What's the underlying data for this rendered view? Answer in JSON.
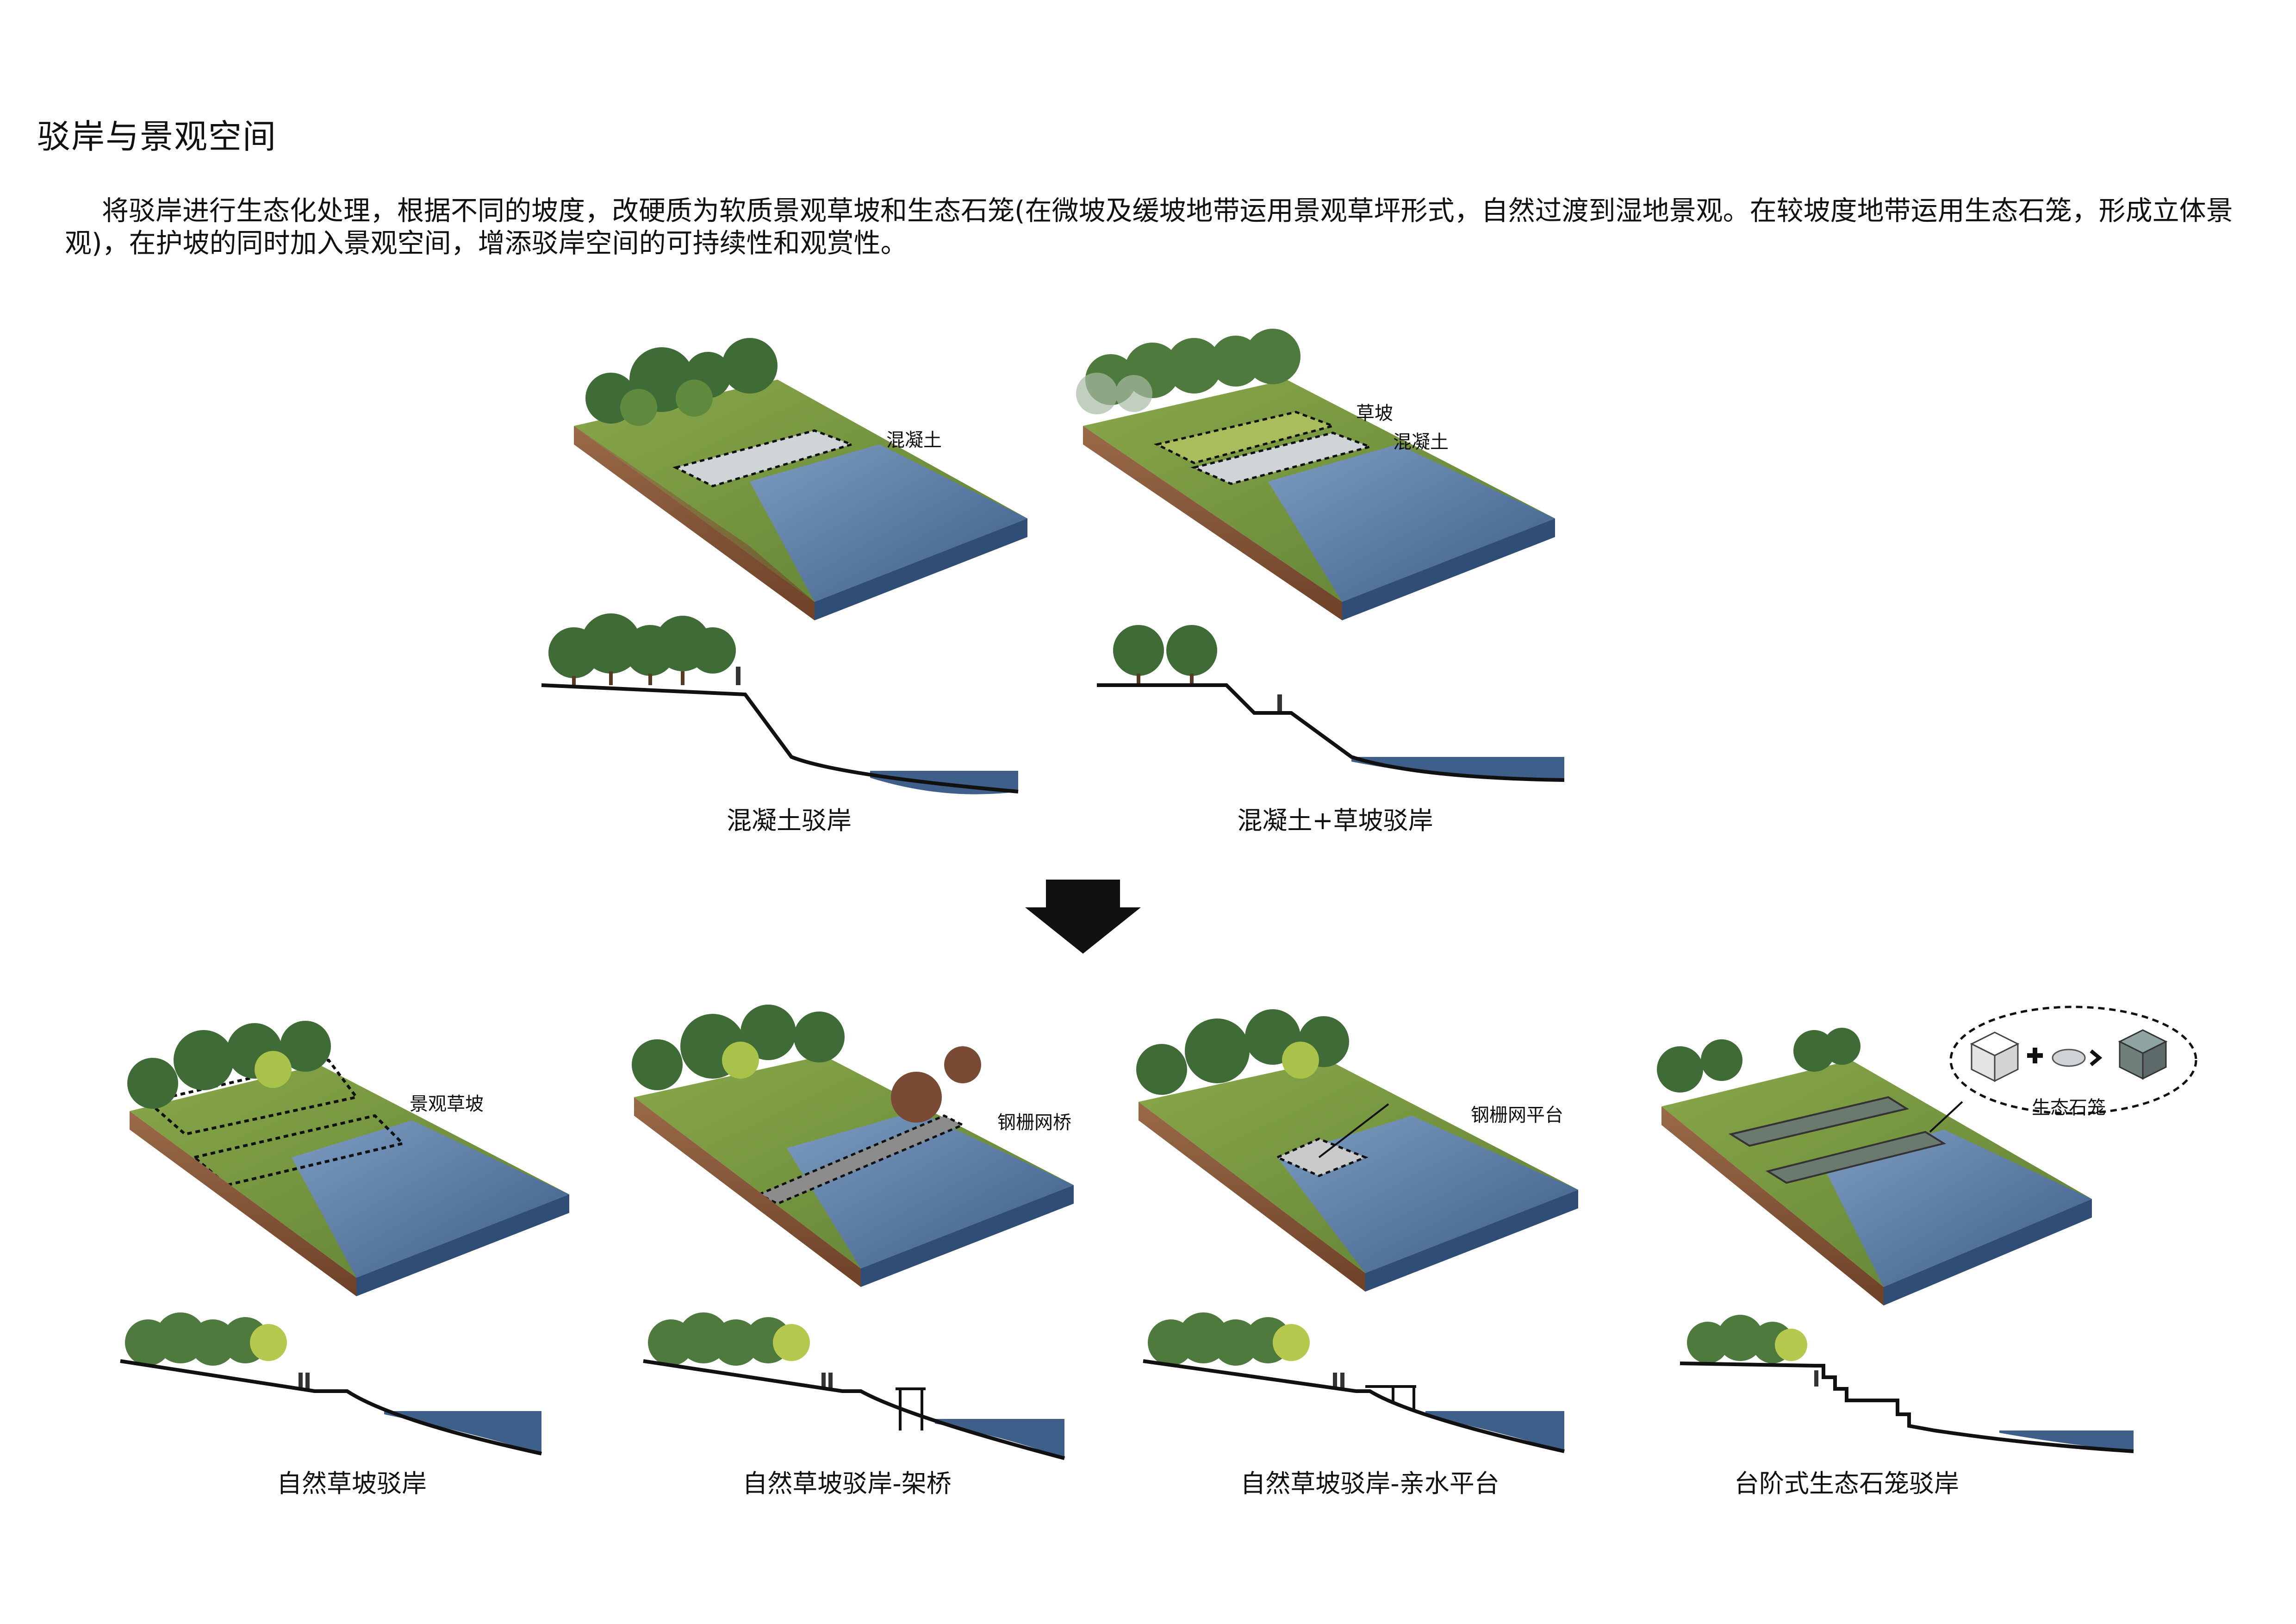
{
  "page": {
    "title": "驳岸与景观空间",
    "intro": "将驳岸进行生态化处理，根据不同的坡度，改硬质为软质景观草坡和生态石笼(在微坡及缓坡地带运用景观草坪形式，自然过渡到湿地景观。在较坡度地带运用生态石笼，形成立体景观)，在护坡的同时加入景观空间，增添驳岸空间的可持续性和观赏性。"
  },
  "colors": {
    "water": "#3d5f8a",
    "water_light": "#6f8fb3",
    "soil": "#8b5a3c",
    "grass": "#6d8f3a",
    "tree_dark": "#3f6b36",
    "tree_light": "#9cb84a",
    "line": "#111111"
  },
  "before": [
    {
      "caption": "混凝土驳岸",
      "labels": [
        "混凝土"
      ]
    },
    {
      "caption": "混凝土+草坡驳岸",
      "labels": [
        "草坡",
        "混凝土"
      ]
    }
  ],
  "after": [
    {
      "caption": "自然草坡驳岸",
      "labels": [
        "景观草坡"
      ]
    },
    {
      "caption": "自然草坡驳岸-架桥",
      "labels": [
        "钢栅网桥"
      ]
    },
    {
      "caption": "自然草坡驳岸-亲水平台",
      "labels": [
        "钢栅网平台"
      ]
    },
    {
      "caption": "台阶式生态石笼驳岸",
      "labels": [
        "生态石笼"
      ]
    }
  ]
}
